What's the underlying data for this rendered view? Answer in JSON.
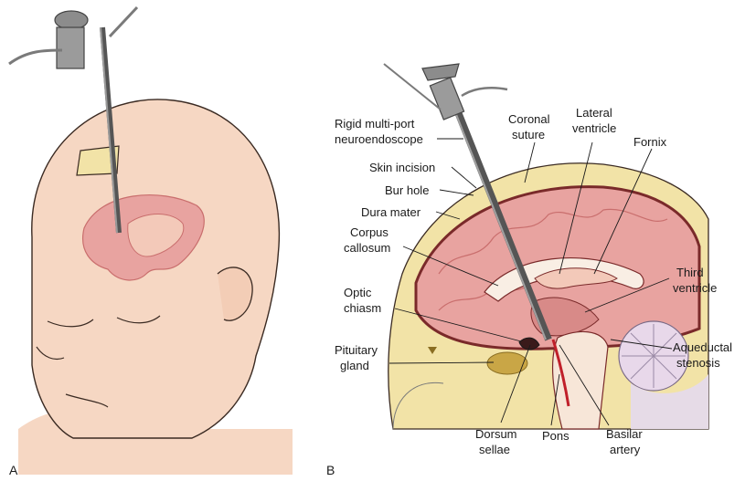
{
  "panels": {
    "a": "A",
    "b": "B"
  },
  "labels": {
    "neuroendoscope_line1": "Rigid multi-port",
    "neuroendoscope_line2": "neuroendoscope",
    "skin_incision": "Skin incision",
    "bur_hole": "Bur hole",
    "dura_mater": "Dura mater",
    "corpus_callosum_line1": "Corpus",
    "corpus_callosum_line2": "callosum",
    "optic_chiasm_line1": "Optic",
    "optic_chiasm_line2": "chiasm",
    "pituitary_gland_line1": "Pituitary",
    "pituitary_gland_line2": "gland",
    "coronal_suture_line1": "Coronal",
    "coronal_suture_line2": "suture",
    "lateral_ventricle_line1": "Lateral",
    "lateral_ventricle_line2": "ventricle",
    "fornix": "Fornix",
    "third_ventricle_line1": "Third",
    "third_ventricle_line2": "ventricle",
    "aqueductal_stenosis_line1": "Aqueductal",
    "aqueductal_stenosis_line2": "stenosis",
    "dorsum_sellae_line1": "Dorsum",
    "dorsum_sellae_line2": "sellae",
    "pons": "Pons",
    "basilar_artery_line1": "Basilar",
    "basilar_artery_line2": "artery"
  },
  "colors": {
    "skin": "#f6d7c3",
    "skin_outline": "#3a2a22",
    "brain": "#e8a3a0",
    "brain_dark": "#c96e6d",
    "ventricle": "#f3c9b9",
    "cerebellum": "#e8d8ea",
    "skull": "#f2e3a7",
    "scope": "#8c8c8c",
    "scope_dark": "#555555"
  }
}
